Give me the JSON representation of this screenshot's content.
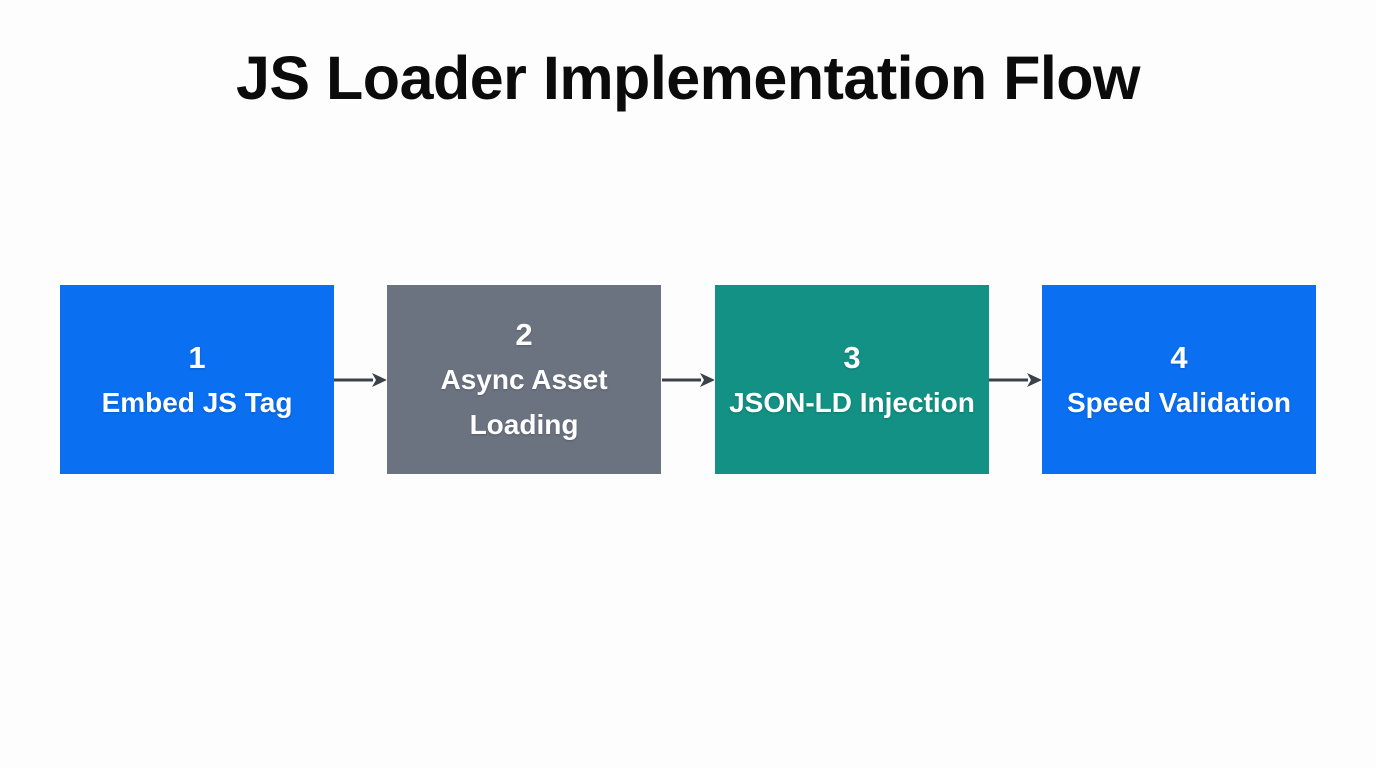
{
  "diagram": {
    "title": "JS Loader Implementation Flow",
    "type": "horizontal-flowchart",
    "background_color": "#fdfdfd",
    "arrow_color": "#3c424a",
    "text_color": "#ffffff",
    "title_color": "#0b0b0c",
    "nodes": [
      {
        "number": "1",
        "label": "Embed JS Tag",
        "color": "#0a6ff0",
        "name": "embed-js-tag"
      },
      {
        "number": "2",
        "label": "Async Asset Loading",
        "color": "#6b7280",
        "name": "async-asset-loading"
      },
      {
        "number": "3",
        "label": "JSON-LD Injection",
        "color": "#129184",
        "name": "json-ld-injection"
      },
      {
        "number": "4",
        "label": "Speed Validation",
        "color": "#0a6ff0",
        "name": "speed-validation"
      }
    ],
    "connectors": [
      {
        "from": "1",
        "to": "2",
        "style": "solid-arrow"
      },
      {
        "from": "2",
        "to": "3",
        "style": "solid-arrow"
      },
      {
        "from": "3",
        "to": "4",
        "style": "solid-arrow"
      }
    ]
  }
}
